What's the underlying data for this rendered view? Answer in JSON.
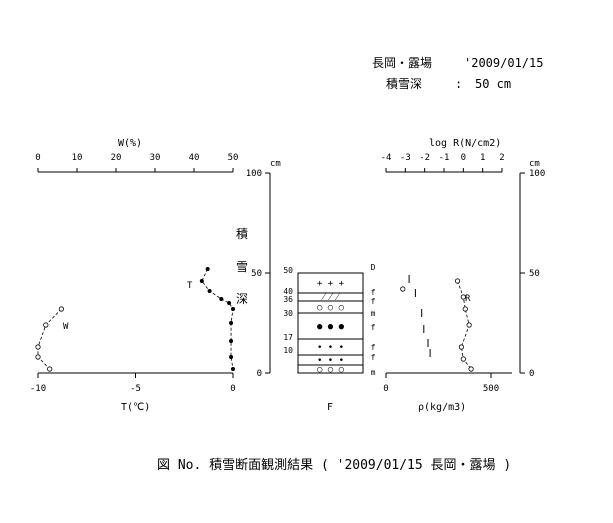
{
  "header": {
    "line1_location": "長岡・露場",
    "line1_date": "'2009/01/15",
    "line2_label": "積雪深",
    "line2_colon": ":",
    "line2_value": "50 cm"
  },
  "caption": "図 No. 積雪断面観測結果 ( '2009/01/15 長岡・露場 )",
  "chart_data": [
    {
      "type": "line",
      "panel": "temperature-water-content",
      "top_axis": {
        "label": "W(%)",
        "ticks": [
          "0",
          "10",
          "20",
          "30",
          "40",
          "50"
        ],
        "range": [
          0,
          50
        ]
      },
      "bottom_axis": {
        "label": "T(℃)",
        "ticks": [
          "-10",
          "-5",
          "0"
        ],
        "range": [
          -10,
          0
        ]
      },
      "left_axis": {
        "label": "cm",
        "ticks": [
          "0",
          "50",
          "100"
        ],
        "range": [
          0,
          100
        ]
      },
      "series": [
        {
          "name": "T",
          "marker": "filled-dot",
          "points": [
            {
              "t": -1.3,
              "h": 52
            },
            {
              "t": -1.6,
              "h": 46
            },
            {
              "t": -1.2,
              "h": 41
            },
            {
              "t": -0.6,
              "h": 37
            },
            {
              "t": -0.2,
              "h": 35
            },
            {
              "t": 0.0,
              "h": 32
            },
            {
              "t": -0.1,
              "h": 25
            },
            {
              "t": -0.1,
              "h": 16
            },
            {
              "t": -0.1,
              "h": 8
            },
            {
              "t": 0.0,
              "h": 2
            }
          ]
        },
        {
          "name": "W",
          "marker": "open-circle",
          "points": [
            {
              "w": 6,
              "h": 32
            },
            {
              "w": 2,
              "h": 24
            },
            {
              "w": 0,
              "h": 13
            },
            {
              "w": 0,
              "h": 8
            },
            {
              "w": 3,
              "h": 2
            }
          ]
        }
      ]
    },
    {
      "type": "table",
      "panel": "snow-stratigraphy",
      "xlabel": "F",
      "layers": [
        {
          "bottom": 40,
          "top": 50,
          "symbol": "+ + +"
        },
        {
          "bottom": 36,
          "top": 40,
          "symbol": "⁄ ⁄ ⁄"
        },
        {
          "bottom": 30,
          "top": 36,
          "symbol": "○ ○ ○"
        },
        {
          "bottom": 17,
          "top": 30,
          "symbol": "● ● ●"
        },
        {
          "bottom": 9,
          "top": 17,
          "symbol": "• • •"
        },
        {
          "bottom": 4,
          "top": 9,
          "symbol": "• • •"
        },
        {
          "bottom": 0,
          "top": 4,
          "symbol": "○ ○ ○"
        }
      ],
      "depth_labels": [
        "50",
        "40",
        "36",
        "30",
        "17",
        "10"
      ],
      "hardness_labels": [
        "D",
        "f",
        "f",
        "m",
        "f",
        "f",
        "f",
        "m"
      ]
    },
    {
      "type": "scatter",
      "panel": "density-hardness",
      "top_axis": {
        "label": "log R(N/cm2)",
        "ticks": [
          "-4",
          "-3",
          "-2",
          "-1",
          "0",
          "1",
          "2"
        ],
        "range": [
          -4,
          2
        ]
      },
      "bottom_axis": {
        "label": "ρ(kg/m3)",
        "ticks": [
          "0",
          "500"
        ],
        "range": [
          0,
          600
        ]
      },
      "right_axis": {
        "label": "cm",
        "ticks": [
          "0",
          "50",
          "100"
        ],
        "range": [
          0,
          100
        ]
      },
      "series": [
        {
          "name": "R",
          "marker": "open-circle",
          "points": [
            {
              "log_r": -0.3,
              "h": 46
            },
            {
              "log_r": 0.0,
              "h": 38
            },
            {
              "log_r": 0.1,
              "h": 32
            },
            {
              "log_r": 0.3,
              "h": 24
            },
            {
              "log_r": -0.1,
              "h": 13
            },
            {
              "log_r": 0.0,
              "h": 7
            },
            {
              "log_r": 0.4,
              "h": 2
            }
          ]
        },
        {
          "name": "ρ",
          "marker": "vertical-bar",
          "segments": [
            {
              "rho": 110,
              "h": 47
            },
            {
              "rho": 140,
              "h": 40
            },
            {
              "rho": 170,
              "h": 30
            },
            {
              "rho": 180,
              "h": 22
            },
            {
              "rho": 200,
              "h": 15
            },
            {
              "rho": 210,
              "h": 10
            }
          ]
        },
        {
          "name": "",
          "marker": "open-circle",
          "points": [
            {
              "rho": 80,
              "h": 42
            }
          ]
        }
      ]
    }
  ],
  "center_axis": {
    "label": "cm",
    "ticks": [
      "0",
      "50",
      "100"
    ]
  },
  "vertical_title": [
    "積",
    "雪",
    "深"
  ],
  "series_labels": {
    "T": "T",
    "W": "W",
    "R": "R"
  }
}
